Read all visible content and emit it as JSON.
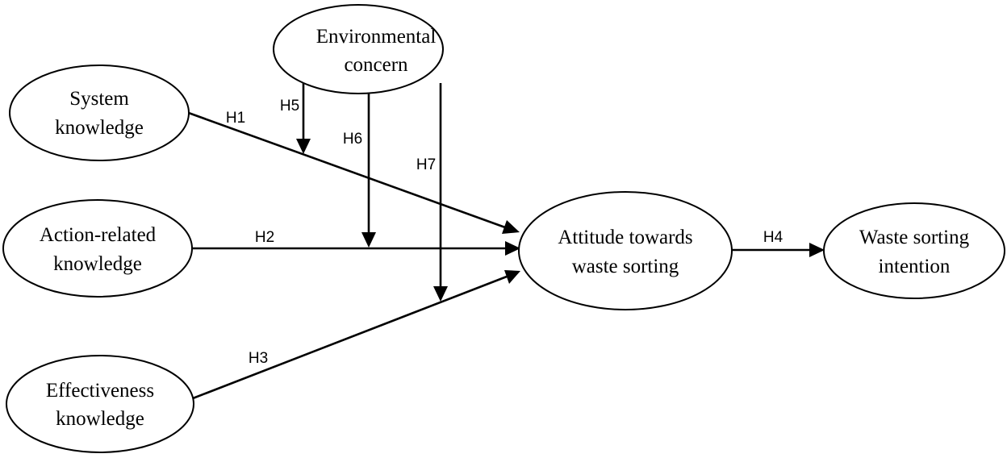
{
  "nodes": {
    "environmental_concern": {
      "lines": [
        "Environmental",
        "concern"
      ]
    },
    "system_knowledge": {
      "lines": [
        "System",
        "knowledge"
      ]
    },
    "action_related_knowledge": {
      "lines": [
        "Action-related",
        "knowledge"
      ]
    },
    "effectiveness_knowledge": {
      "lines": [
        "Effectiveness",
        "knowledge"
      ]
    },
    "attitude": {
      "lines": [
        "Attitude towards",
        "waste sorting"
      ]
    },
    "intention": {
      "lines": [
        "Waste sorting",
        "intention"
      ]
    }
  },
  "edges": {
    "h1": {
      "label": "H1",
      "from": "system_knowledge",
      "to": "attitude"
    },
    "h2": {
      "label": "H2",
      "from": "action_related_knowledge",
      "to": "attitude"
    },
    "h3": {
      "label": "H3",
      "from": "effectiveness_knowledge",
      "to": "attitude"
    },
    "h4": {
      "label": "H4",
      "from": "attitude",
      "to": "intention"
    },
    "h5": {
      "label": "H5",
      "from": "environmental_concern",
      "to": "h1"
    },
    "h6": {
      "label": "H6",
      "from": "environmental_concern",
      "to": "h2"
    },
    "h7": {
      "label": "H7",
      "from": "environmental_concern",
      "to": "h3"
    }
  }
}
